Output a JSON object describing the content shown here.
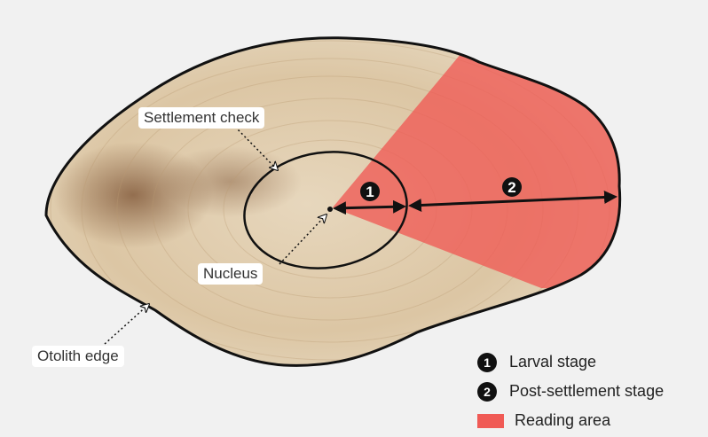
{
  "labels": {
    "settlement_check": "Settlement check",
    "nucleus": "Nucleus",
    "otolith_edge": "Otolith edge"
  },
  "markers": {
    "one": "1",
    "two": "2"
  },
  "legend": {
    "larval_marker": "1",
    "larval_label": "Larval stage",
    "post_marker": "2",
    "post_label": "Post-settlement stage",
    "reading_label": "Reading area"
  },
  "colors": {
    "background": "#f1f1f1",
    "otolith_fill": "#ddc7a6",
    "reading_area": "#f05a55",
    "outline": "#111111"
  }
}
